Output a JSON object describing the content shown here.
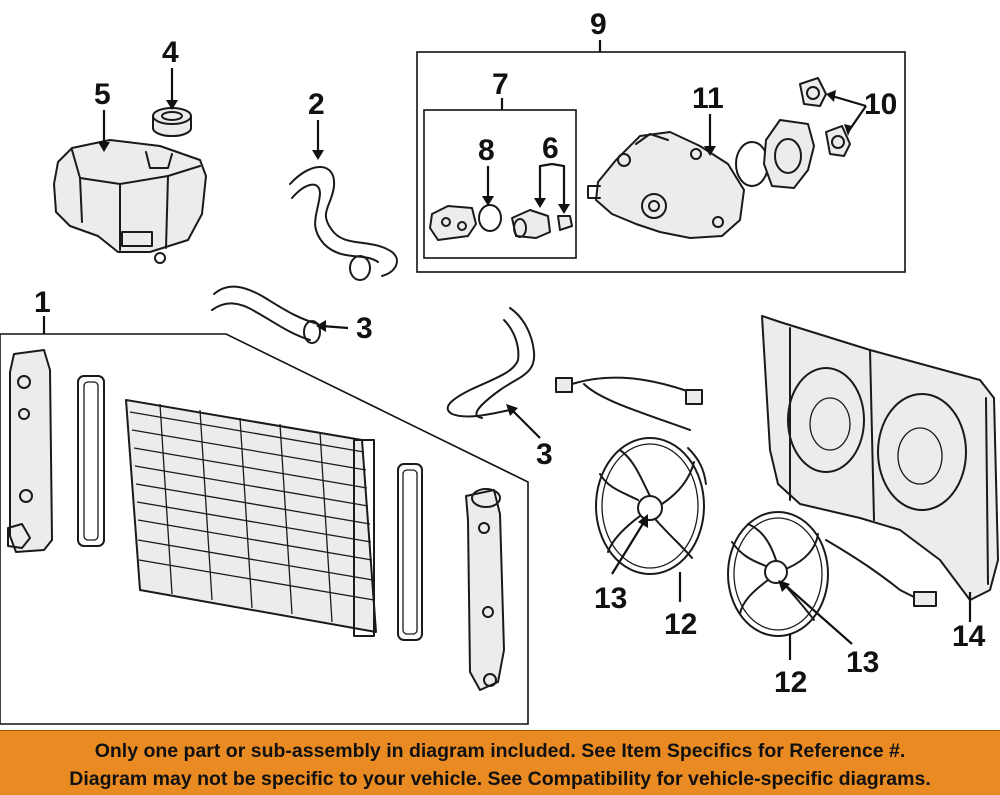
{
  "callouts": {
    "c1": "1",
    "c2": "2",
    "c3a": "3",
    "c3b": "3",
    "c4": "4",
    "c5": "5",
    "c6": "6",
    "c7": "7",
    "c8": "8",
    "c9": "9",
    "c10": "10",
    "c11": "11",
    "c12a": "12",
    "c12b": "12",
    "c13a": "13",
    "c13b": "13",
    "c14": "14"
  },
  "footer": {
    "line1": "Only one part or sub-assembly in diagram included. See Item Specifics for Reference #.",
    "line2": "Diagram may not be specific to your vehicle. See Compatibility for vehicle-specific diagrams."
  },
  "colors": {
    "footer_background": "#e98a22",
    "line_art": "#1a1a1a",
    "background": "#ffffff"
  }
}
